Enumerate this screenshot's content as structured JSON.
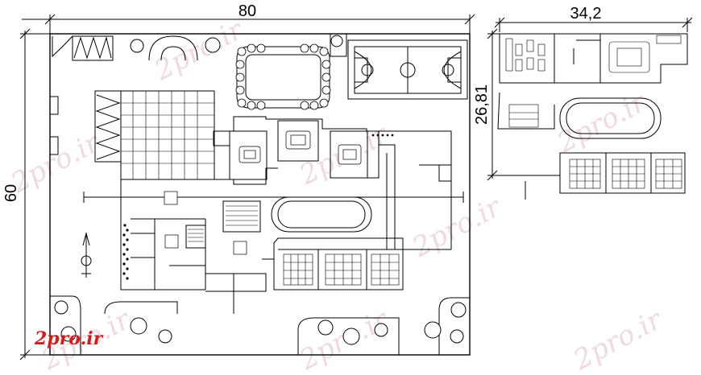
{
  "dimensions": {
    "site_width": "80",
    "site_height": "60",
    "inset_width": "34,2",
    "inset_height": "26,81"
  },
  "watermark": {
    "text": "2pro.ir",
    "color": "#f0d9e0"
  },
  "logo": {
    "text": "2pro.ir",
    "color": "#d81a1a"
  },
  "colors": {
    "lines": "#000000",
    "background": "#ffffff"
  }
}
